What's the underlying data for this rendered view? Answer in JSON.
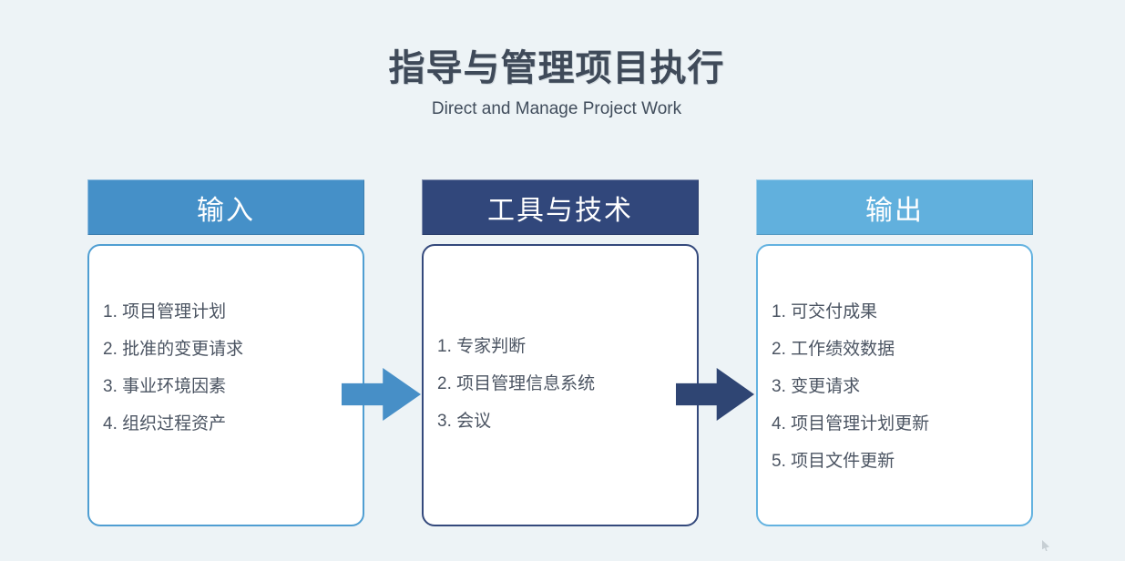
{
  "title": "指导与管理项目执行",
  "subtitle": "Direct and Manage Project Work",
  "columns": [
    {
      "id": "inputs",
      "header": "输入",
      "items": [
        "1. 项目管理计划",
        "2. 批准的变更请求",
        "3. 事业环境因素",
        "4. 组织过程资产"
      ]
    },
    {
      "id": "tools-and-techniques",
      "header": "工具与技术",
      "items": [
        "1. 专家判断",
        "2. 项目管理信息系统",
        "3. 会议"
      ]
    },
    {
      "id": "outputs",
      "header": "输出",
      "items": [
        "1. 可交付成果",
        "2. 工作绩效数据",
        "3. 变更请求",
        "4. 项目管理计划更新",
        "5. 项目文件更新"
      ]
    }
  ],
  "arrows": [
    {
      "name": "input-to-tools-arrow",
      "direction": "right"
    },
    {
      "name": "tools-to-output-arrow",
      "direction": "right"
    }
  ],
  "colors": {
    "background": "#edf3f6",
    "title_text": "#3f4a59",
    "input_header": "#4590c8",
    "tools_header": "#31477b",
    "output_header": "#61b0dd",
    "input_border": "#4f9ed2",
    "tools_border": "#34497c",
    "output_border": "#63b2e0",
    "arrow_left": "#478fc7",
    "arrow_right": "#2f4573",
    "list_text": "#4b5462"
  }
}
